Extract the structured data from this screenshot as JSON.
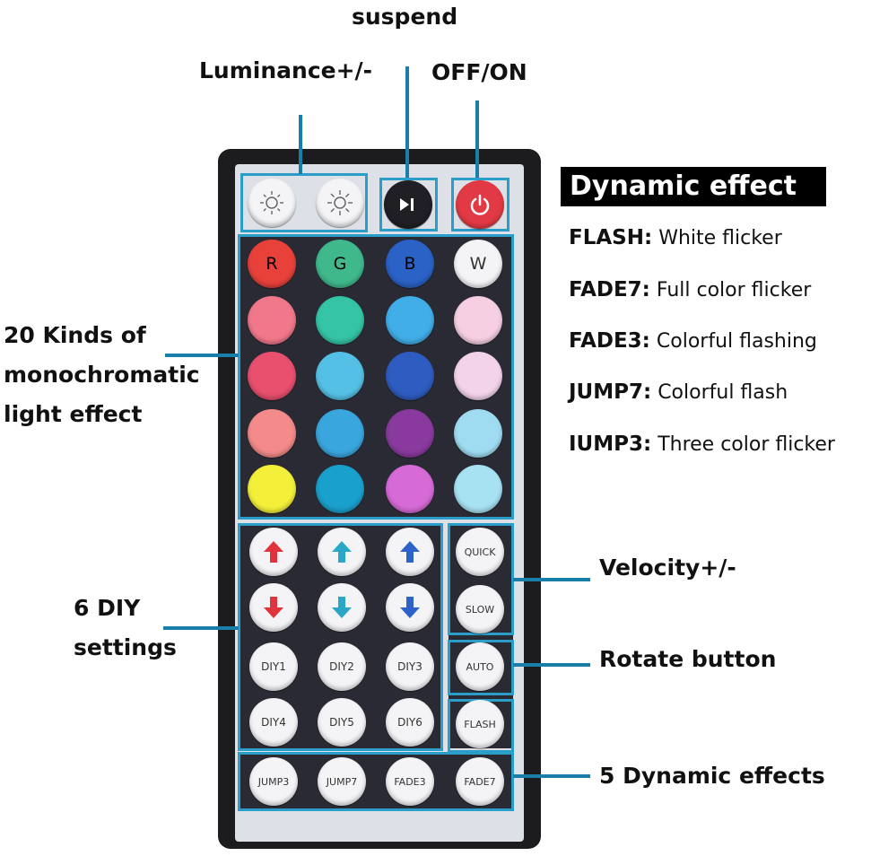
{
  "callouts": {
    "suspend": "suspend",
    "luminance": "Luminance+/-",
    "off_on": "OFF/ON",
    "monochromatic": [
      "20 Kinds of",
      "monochromatic",
      "light effect"
    ],
    "diy": [
      "6 DIY",
      "settings"
    ],
    "velocity": "Velocity+/-",
    "rotate": "Rotate button",
    "dynamic_effects": "5 Dynamic effects"
  },
  "dynamic_effect": {
    "title": "Dynamic effect",
    "items": [
      {
        "name": "FLASH:",
        "desc": "White flicker"
      },
      {
        "name": "FADE7:",
        "desc": "Full color flicker"
      },
      {
        "name": "FADE3:",
        "desc": "Colorful flashing"
      },
      {
        "name": "JUMP7:",
        "desc": "Colorful flash"
      },
      {
        "name": "IUMP3:",
        "desc": "Three color flicker"
      }
    ]
  },
  "remote": {
    "top_icons": [
      "brightness-down-icon",
      "brightness-up-icon",
      "play-pause-icon",
      "power-icon"
    ],
    "rgbw": [
      {
        "label": "R",
        "color": "#e8413a",
        "text": "#222"
      },
      {
        "label": "G",
        "color": "#3fb98c",
        "text": "#222"
      },
      {
        "label": "B",
        "color": "#2a62c6",
        "text": "#222"
      },
      {
        "label": "W",
        "color": "#f6f6f6",
        "text": "#222"
      }
    ],
    "color_rows": [
      [
        "#f0788a",
        "#35c4a6",
        "#41aee8",
        "#f6cfe2"
      ],
      [
        "#e8506e",
        "#55c0e6",
        "#2f5cc0",
        "#f3d3ea"
      ],
      [
        "#f48a8a",
        "#3aa6de",
        "#8a3a9e",
        "#9fdcf2"
      ],
      [
        "#f4f03a",
        "#1aa0cc",
        "#d66ad6",
        "#a7e2f3"
      ]
    ],
    "arrow_colors": {
      "red": "#e0343c",
      "teal": "#2aa6c6",
      "blue": "#2d63c8"
    },
    "diy": [
      "DIY1",
      "DIY2",
      "DIY3",
      "DIY4",
      "DIY5",
      "DIY6"
    ],
    "quick": "QUICK",
    "slow": "SLOW",
    "auto": "AUTO",
    "flash": "FLASH",
    "bottom": [
      "JUMP3",
      "JUMP7",
      "FADE3",
      "FADE7"
    ]
  }
}
